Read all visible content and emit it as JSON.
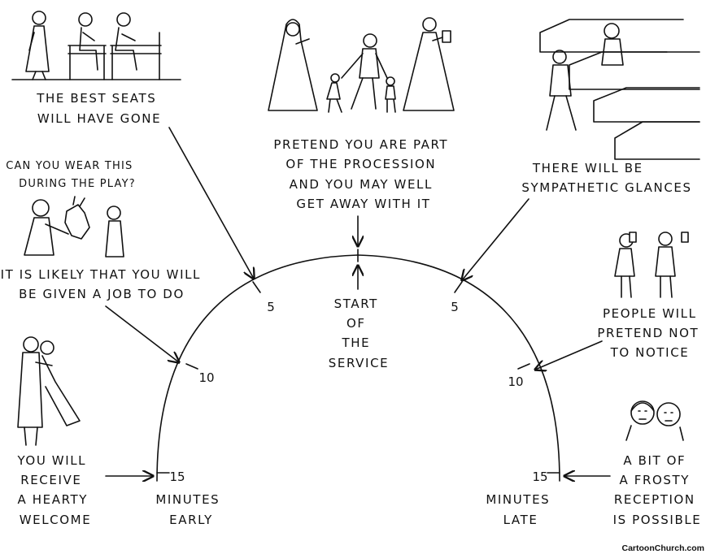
{
  "labels": {
    "best_seats": [
      "THE BEST SEATS",
      "WILL HAVE GONE"
    ],
    "procession": [
      "PRETEND YOU ARE PART",
      "OF THE PROCESSION",
      "AND YOU MAY WELL",
      "GET AWAY WITH IT"
    ],
    "glances": [
      "THERE WILL BE",
      "SYMPATHETIC GLANCES"
    ],
    "wear_this": [
      "CAN YOU WEAR THIS",
      "DURING THE PLAY?"
    ],
    "job": [
      "IT IS LIKELY THAT YOU WILL",
      "BE GIVEN A JOB TO DO"
    ],
    "start": [
      "START",
      "OF",
      "THE",
      "SERVICE"
    ],
    "pretend_not": [
      "PEOPLE WILL",
      "PRETEND NOT",
      "TO NOTICE"
    ],
    "welcome": [
      "YOU WILL",
      "RECEIVE",
      "A HEARTY",
      "WELCOME"
    ],
    "early": [
      "MINUTES",
      "EARLY"
    ],
    "late": [
      "MINUTES",
      "LATE"
    ],
    "frosty": [
      "A BIT OF",
      "A FROSTY",
      "RECEPTION",
      "IS POSSIBLE"
    ]
  },
  "ticks": {
    "left_5": "5",
    "left_10": "10",
    "left_15": "15",
    "right_5": "5",
    "right_10": "10",
    "right_15": "15"
  },
  "credit": "CartoonChurch.com"
}
